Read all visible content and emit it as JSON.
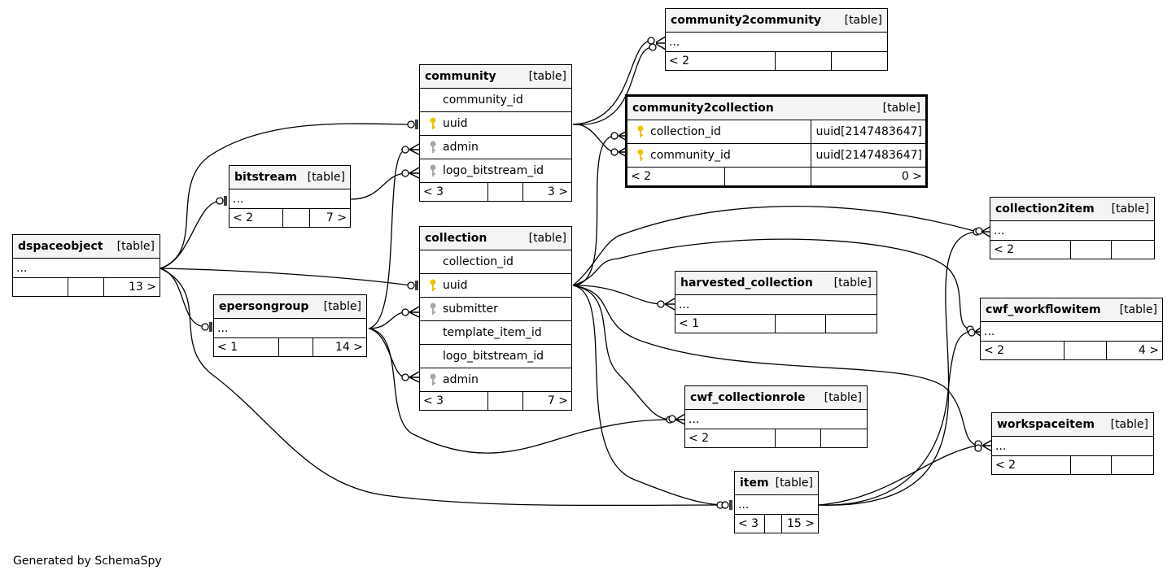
{
  "table_tag": "[table]",
  "ellipsis": "...",
  "footer_note": "Generated by SchemaSpy",
  "key_colors": {
    "primary": "#e8c800",
    "foreign": "#a8a8a8"
  },
  "tables": {
    "community2community": {
      "name": "community2community",
      "left": "< 2",
      "right": ""
    },
    "community": {
      "name": "community",
      "columns": [
        "community_id",
        "uuid",
        "admin",
        "logo_bitstream_id"
      ],
      "left": "< 3",
      "right": "3 >"
    },
    "community2collection": {
      "name": "community2collection",
      "columns": [
        "collection_id",
        "community_id"
      ],
      "types": [
        "uuid[2147483647]",
        "uuid[2147483647]"
      ],
      "left": "< 2",
      "right": "0 >"
    },
    "bitstream": {
      "name": "bitstream",
      "left": "< 2",
      "right": "7 >"
    },
    "dspaceobject": {
      "name": "dspaceobject",
      "left": "",
      "right": "13 >"
    },
    "epersongroup": {
      "name": "epersongroup",
      "left": "< 1",
      "right": "14 >"
    },
    "collection": {
      "name": "collection",
      "columns": [
        "collection_id",
        "uuid",
        "submitter",
        "template_item_id",
        "logo_bitstream_id",
        "admin"
      ],
      "left": "< 3",
      "right": "7 >"
    },
    "harvested_collection": {
      "name": "harvested_collection",
      "left": "< 1",
      "right": ""
    },
    "collection2item": {
      "name": "collection2item",
      "left": "< 2",
      "right": ""
    },
    "cwf_workflowitem": {
      "name": "cwf_workflowitem",
      "left": "< 2",
      "right": "4 >"
    },
    "cwf_collectionrole": {
      "name": "cwf_collectionrole",
      "left": "< 2",
      "right": ""
    },
    "workspaceitem": {
      "name": "workspaceitem",
      "left": "< 2",
      "right": ""
    },
    "item": {
      "name": "item",
      "left": "< 3",
      "right": "15 >"
    }
  }
}
